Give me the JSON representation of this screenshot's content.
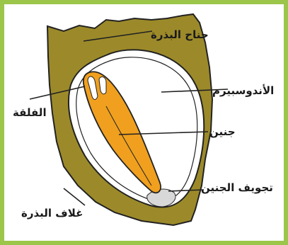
{
  "labels": {
    "seed_wing": "جناح البذرة",
    "endosperm": "الأندوسبيرم",
    "cotyledon": "الفلقة",
    "embryo": "جنين",
    "embryo_cavity": "تجويف الجنين",
    "seed_coat": "غلاف البذرة"
  },
  "colors": {
    "frame_border": "#9bc64a",
    "seed_coat": "#9c8a2a",
    "endosperm": "#ffffff",
    "embryo": "#f0a01e",
    "outline": "#222222"
  }
}
